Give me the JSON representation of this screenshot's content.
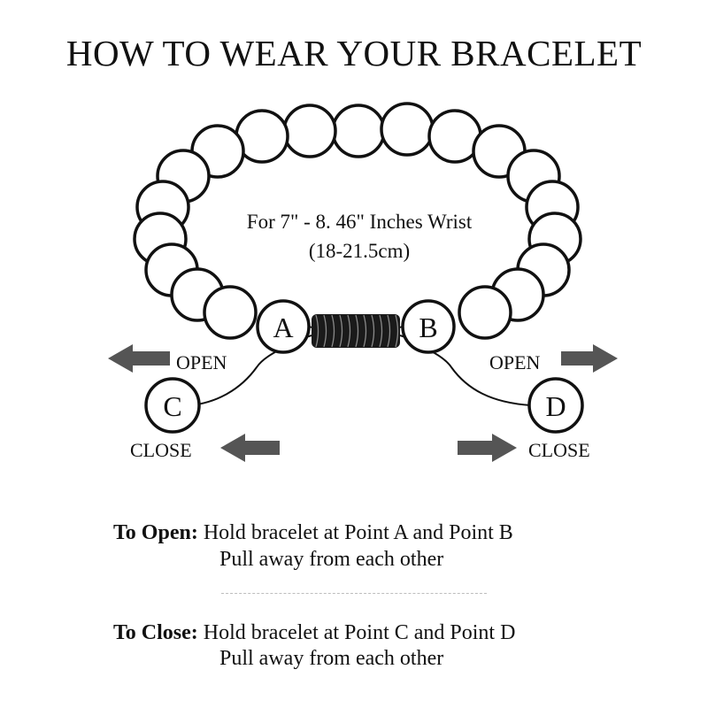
{
  "title": "HOW TO WEAR YOUR BRACELET",
  "size": {
    "line1": "For 7\" - 8. 46\" Inches Wrist",
    "line2": "(18-21.5cm)"
  },
  "points": {
    "a": "A",
    "b": "B",
    "c": "C",
    "d": "D"
  },
  "labels": {
    "open_left": "OPEN",
    "open_right": "OPEN",
    "close_left": "CLOSE",
    "close_right": "CLOSE"
  },
  "instructions": {
    "open": {
      "lead": "To Open:",
      "line1": "Hold bracelet at Point A and Point B",
      "line2": "Pull away from each other"
    },
    "close": {
      "lead": "To Close:",
      "line1": "Hold bracelet at Point C and Point D",
      "line2": "Pull away from each other"
    }
  },
  "colors": {
    "ink": "#111111",
    "arrow": "#555555",
    "background": "#ffffff"
  },
  "icons": {
    "arrow": "block-arrow",
    "knot": "sliding-knot"
  }
}
